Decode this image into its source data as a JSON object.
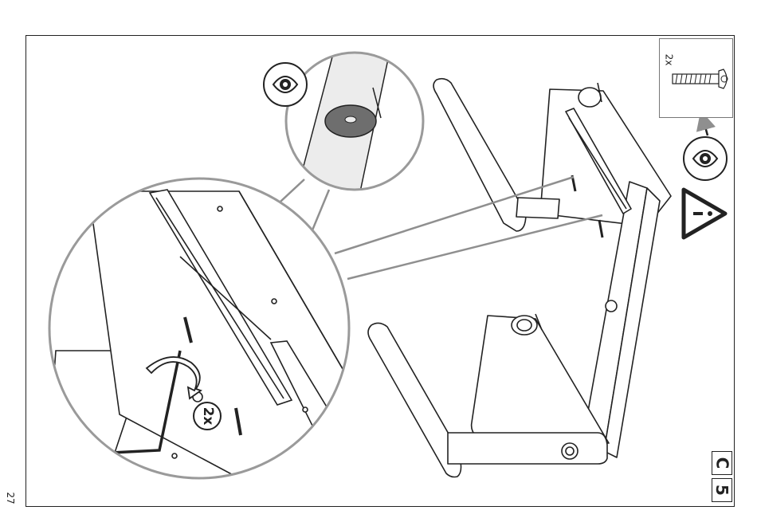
{
  "page": {
    "number": "27"
  },
  "step": {
    "section": "C",
    "number": "5"
  },
  "parts": {
    "screw_quantity": "2x"
  },
  "callout": {
    "quantity": "2x"
  },
  "icons": [
    "eye-symbol-icon",
    "warning-triangle-icon",
    "screwdriver-rotation-icon",
    "screw-icon",
    "hex-key-icon"
  ],
  "colors": {
    "line": "#222222",
    "panel_fill": "#ececec",
    "circle_border": "#9a9a9a",
    "guide_gray": "#8f8f8f"
  }
}
